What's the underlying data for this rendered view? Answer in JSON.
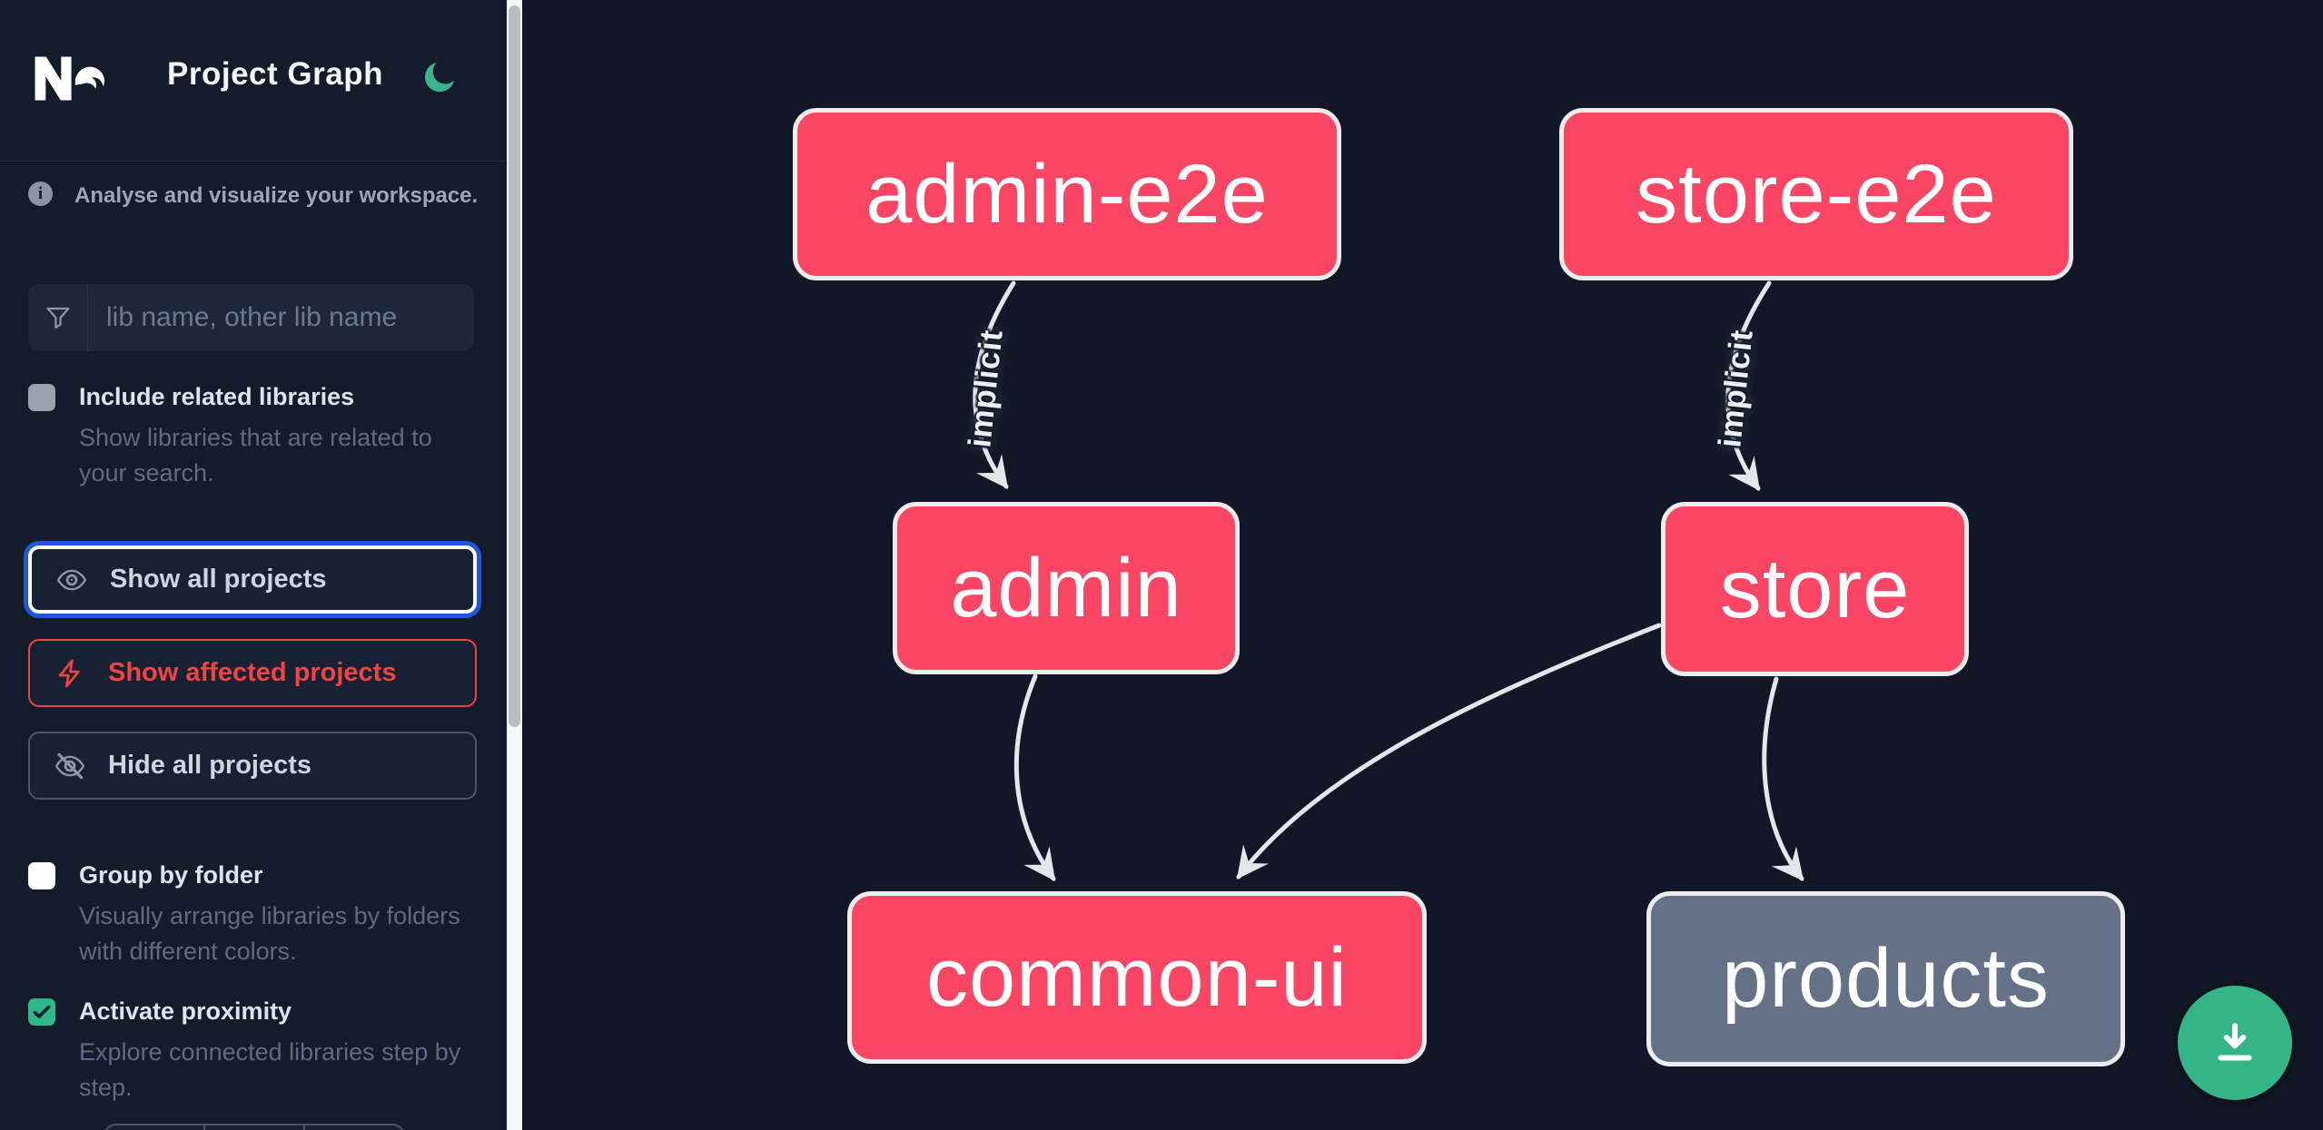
{
  "header": {
    "logo_text": "Nx",
    "title": "Project Graph"
  },
  "sidebar": {
    "tagline": "Analyse and visualize your workspace.",
    "search": {
      "placeholder": "lib name, other lib name",
      "value": ""
    },
    "options": [
      {
        "label": "Include related libraries",
        "description": "Show libraries that are related to your search.",
        "checked": false,
        "disabled": true
      },
      {
        "label": "Group by folder",
        "description": "Visually arrange libraries by folders with different colors.",
        "checked": false
      },
      {
        "label": "Activate proximity",
        "description": "Explore connected libraries step by step.",
        "checked": true
      }
    ],
    "buttons": [
      {
        "label": "Show all projects",
        "icon": "eye-icon",
        "state": "focused"
      },
      {
        "label": "Show affected projects",
        "icon": "bolt-icon",
        "state": "affected"
      },
      {
        "label": "Hide all projects",
        "icon": "eye-off-icon",
        "state": "default"
      }
    ]
  },
  "graph": {
    "nodes": [
      {
        "id": "admin-e2e",
        "label": "admin-e2e",
        "color": "#fa4664"
      },
      {
        "id": "store-e2e",
        "label": "store-e2e",
        "color": "#fa4664"
      },
      {
        "id": "admin",
        "label": "admin",
        "color": "#fa4664"
      },
      {
        "id": "store",
        "label": "store",
        "color": "#fa4664"
      },
      {
        "id": "common-ui",
        "label": "common-ui",
        "color": "#fa4664"
      },
      {
        "id": "products",
        "label": "products",
        "color": "#657187"
      }
    ],
    "edges": [
      {
        "from": "admin-e2e",
        "to": "admin",
        "label": "implicit"
      },
      {
        "from": "store-e2e",
        "to": "store",
        "label": "implicit"
      },
      {
        "from": "admin",
        "to": "common-ui",
        "label": ""
      },
      {
        "from": "store",
        "to": "common-ui",
        "label": ""
      },
      {
        "from": "store",
        "to": "products",
        "label": ""
      }
    ]
  },
  "fab": {
    "icon": "download-icon",
    "color": "#34b487"
  },
  "colors": {
    "canvas_bg": "#111726",
    "sidebar_bg": "#141b2b",
    "node_pink": "#fa4664",
    "node_gray": "#657187",
    "node_border": "#ececec",
    "edge": "#e4e7ea",
    "accent_green": "#34b487",
    "focus_blue": "#1e57d8",
    "affected_red": "#ef4444"
  }
}
